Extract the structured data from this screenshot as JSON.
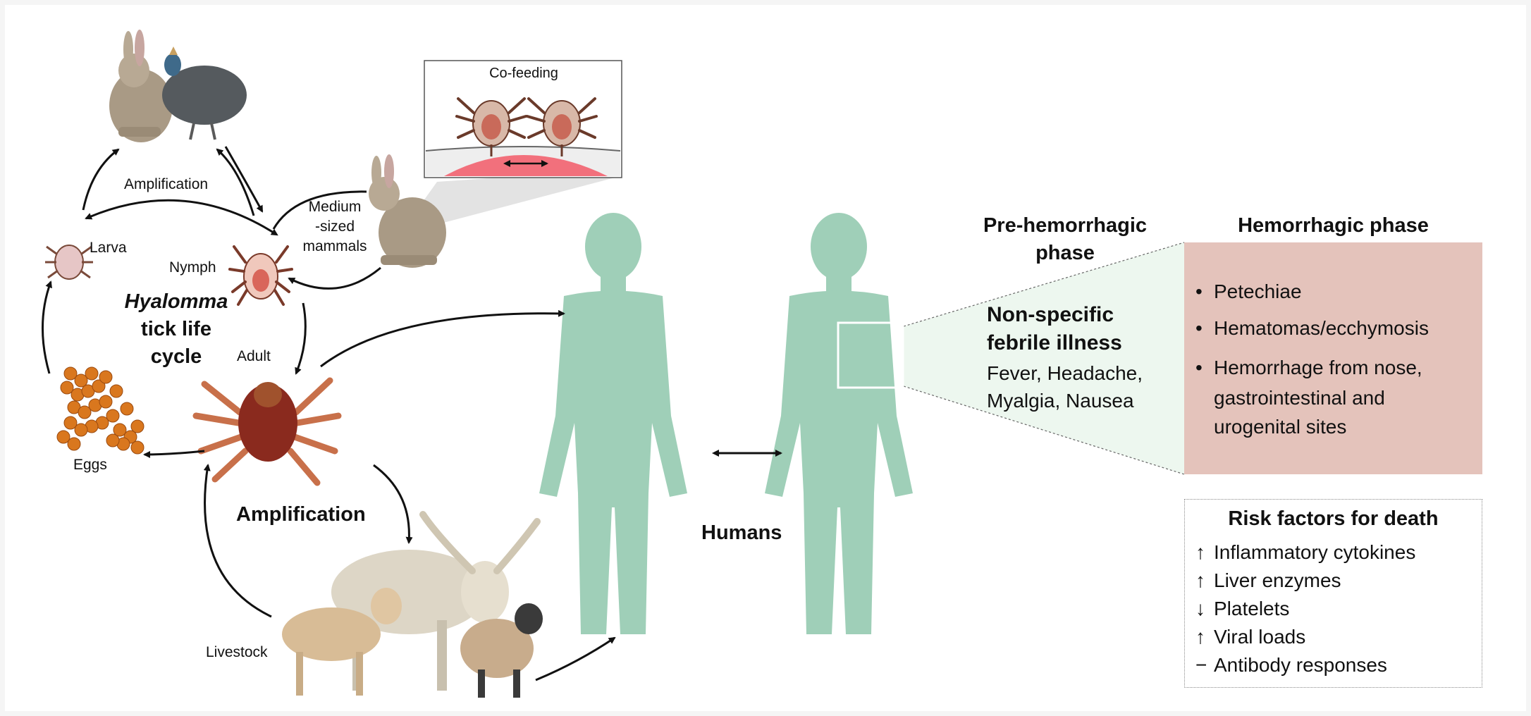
{
  "cycle": {
    "title_italic": "Hyalomma",
    "title_rest_1": "tick life",
    "title_rest_2": "cycle",
    "labels": {
      "amplification_top": "Amplification",
      "amplification_bottom": "Amplification",
      "larva": "Larva",
      "nymph": "Nymph",
      "adult": "Adult",
      "eggs": "Eggs",
      "livestock": "Livestock",
      "medium_mammals_1": "Medium",
      "medium_mammals_2": "-sized",
      "medium_mammals_3": "mammals"
    },
    "inset_title": "Co-feeding"
  },
  "humans": {
    "label": "Humans"
  },
  "phases": {
    "pre_title_1": "Pre-hemorrhagic",
    "pre_title_2": "phase",
    "hem_title": "Hemorrhagic phase",
    "pre_subtitle_1": "Non-specific",
    "pre_subtitle_2": "febrile illness",
    "pre_symptoms_1": "Fever, Headache,",
    "pre_symptoms_2": "Myalgia, Nausea",
    "hem_items": [
      "Petechiae",
      "Hematomas/ecchymosis",
      "Hemorrhage from nose,",
      "gastrointestinal and",
      "urogenital sites"
    ],
    "bullet": "•"
  },
  "risk": {
    "title": "Risk factors for death",
    "items": [
      {
        "symbol": "↑",
        "text": "Inflammatory cytokines"
      },
      {
        "symbol": "↑",
        "text": "Liver enzymes"
      },
      {
        "symbol": "↓",
        "text": "Platelets"
      },
      {
        "symbol": "↑",
        "text": "Viral loads"
      },
      {
        "symbol": "−",
        "text": "Antibody responses"
      }
    ]
  },
  "colors": {
    "human_silhouette": "#9fcfb8",
    "hemorrhagic_box": "#e4c3bb",
    "tick_body": "#8a2a1e",
    "egg_orange": "#d9771e",
    "skin_red": "#f2707c"
  }
}
